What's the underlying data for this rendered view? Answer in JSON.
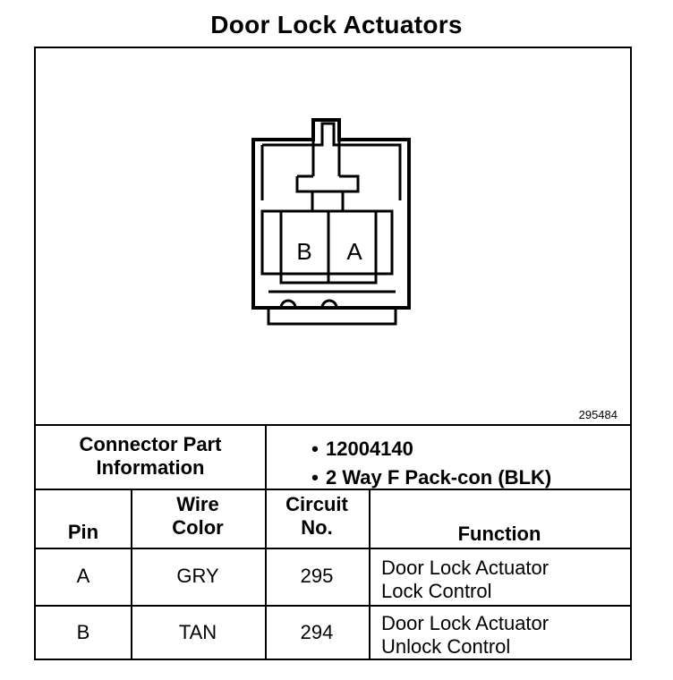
{
  "title": "Door Lock Actuators",
  "figure_number": "295484",
  "connector": {
    "pins_shown": [
      "B",
      "A"
    ]
  },
  "connector_part_info": {
    "label_line1": "Connector Part",
    "label_line2": "Information",
    "items": [
      "12004140",
      "2 Way F Pack-con (BLK)"
    ]
  },
  "table": {
    "headers": {
      "pin": "Pin",
      "wire_color_1": "Wire",
      "wire_color_2": "Color",
      "circuit_1": "Circuit",
      "circuit_2": "No.",
      "function": "Function"
    },
    "rows": [
      {
        "pin": "A",
        "wire_color": "GRY",
        "circuit": "295",
        "function_line1": "Door Lock Actuator",
        "function_line2": "Lock Control"
      },
      {
        "pin": "B",
        "wire_color": "TAN",
        "circuit": "294",
        "function_line1": "Door Lock Actuator",
        "function_line2": "Unlock Control"
      }
    ]
  }
}
